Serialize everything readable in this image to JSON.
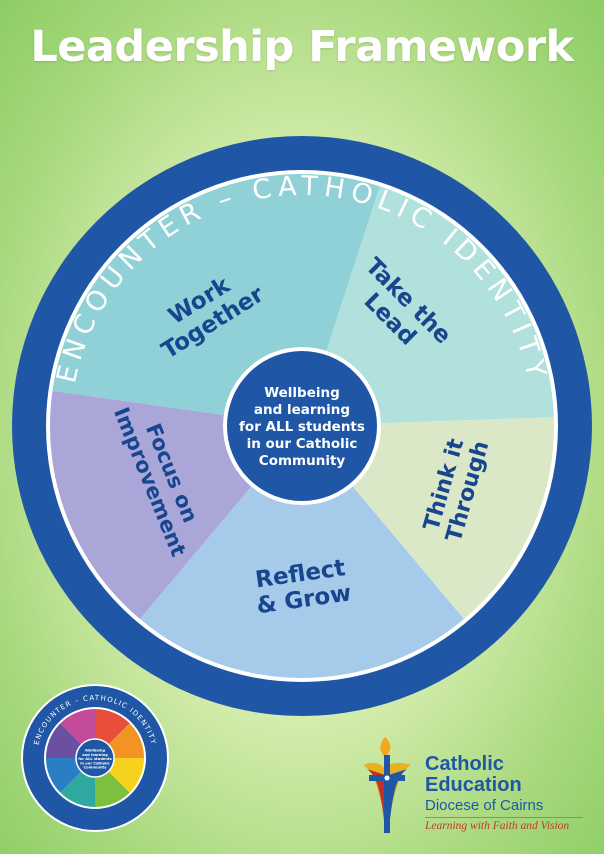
{
  "title": "Leadership Framework",
  "outer_ring_text": "ENCOUNTER – CATHOLIC IDENTITY",
  "center_text": [
    "Wellbeing",
    "and learning",
    "for ALL students",
    "in our Catholic",
    "Community"
  ],
  "segments": [
    {
      "id": "work-together",
      "lines": [
        "Work",
        "Together"
      ],
      "color": "#8fd1d6"
    },
    {
      "id": "take-the-lead",
      "lines": [
        "Take the",
        "Lead"
      ],
      "color": "#b1e1dc"
    },
    {
      "id": "think-it-through",
      "lines": [
        "Think it",
        "Through"
      ],
      "color": "#dbe8c7"
    },
    {
      "id": "reflect-and-grow",
      "lines": [
        "Reflect",
        "& Grow"
      ],
      "color": "#a6cbea"
    },
    {
      "id": "focus-on-improvement",
      "lines": [
        "Focus on",
        "Improvement"
      ],
      "color": "#aaa6d8"
    }
  ],
  "mini_wheel": {
    "ring_text": "ENCOUNTER – CATHOLIC IDENTITY",
    "center_text": [
      "Wellbeing",
      "and learning",
      "for ALL students",
      "in our Catholic",
      "Community"
    ],
    "segment_colors": [
      "#e94e3b",
      "#f39325",
      "#f6d21f",
      "#7dbf3f",
      "#2fa8a0",
      "#2a7fc4",
      "#6b4fa0",
      "#c44b9a"
    ]
  },
  "logo": {
    "name_line_1": "Catholic",
    "name_line_2": "Education",
    "name_line_3": "Diocese of Cairns",
    "tagline": "Learning with Faith and Vision",
    "emblem": "cross-flame-icon"
  },
  "colors": {
    "ring_blue": "#1f57a6",
    "label_blue": "#17468f",
    "white": "#ffffff"
  }
}
